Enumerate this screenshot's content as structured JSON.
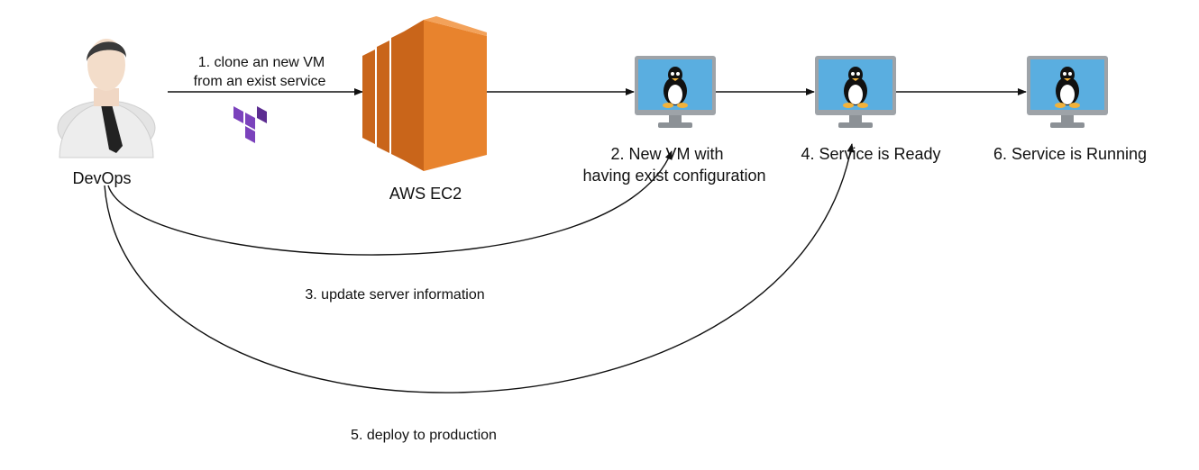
{
  "actor": {
    "label": "DevOps",
    "icon": "user-icon"
  },
  "cloud": {
    "label": "AWS EC2",
    "icon": "aws-ec2-icon",
    "colors": {
      "front": "#e8832d",
      "side": "#c9651a",
      "top": "#f3a25a"
    }
  },
  "tool_icon": "terraform-icon",
  "tool_color": "#7b42bc",
  "vms": [
    {
      "icon": "linux-monitor-icon",
      "label_lines": [
        "2. New VM with",
        "having exist configuration"
      ]
    },
    {
      "icon": "linux-monitor-icon",
      "label_lines": [
        "4. Service is Ready"
      ]
    },
    {
      "icon": "linux-monitor-icon",
      "label_lines": [
        "6. Service is Running"
      ]
    }
  ],
  "steps": {
    "clone_lines": [
      "1. clone an new VM",
      "from an exist service"
    ],
    "update": "3. update server information",
    "deploy": "5. deploy to production"
  },
  "colors": {
    "arrow": "#111111",
    "monitor_frame": "#9ea3a8",
    "monitor_screen": "#5aaee0"
  }
}
